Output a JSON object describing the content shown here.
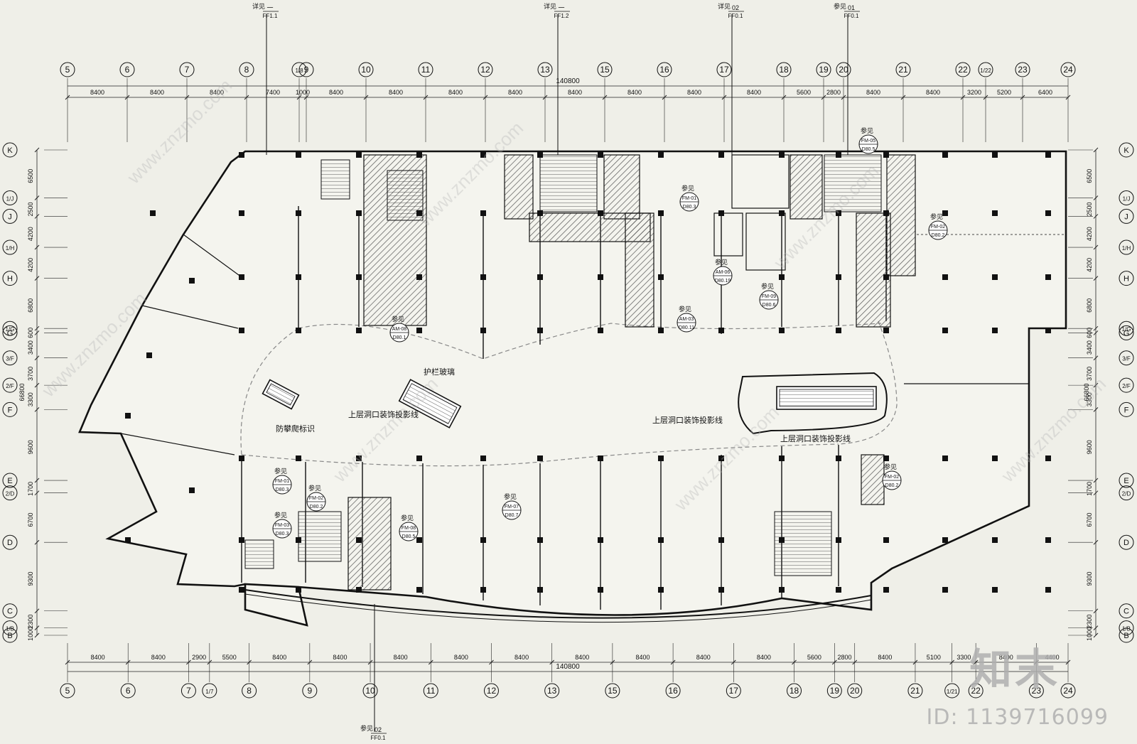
{
  "drawing": {
    "colors": {
      "background": "#efefe8",
      "line": "#111111",
      "hatch": "#555555",
      "dim": "#222222",
      "dashed": "#888888",
      "watermark": "#b0b0b0"
    },
    "axes_x": [
      {
        "label": "5",
        "dim": "8400"
      },
      {
        "label": "6",
        "dim": "8400"
      },
      {
        "label": "7",
        "dim": "8400"
      },
      {
        "label": "8",
        "dim": "7400"
      },
      {
        "label": "1/8",
        "dim": "1000"
      },
      {
        "label": "9",
        "dim": "8400"
      },
      {
        "label": "10",
        "dim": "8400"
      },
      {
        "label": "11",
        "dim": "8400"
      },
      {
        "label": "12",
        "dim": "8400"
      },
      {
        "label": "13",
        "dim": "8400"
      },
      {
        "label": "15",
        "dim": "8400"
      },
      {
        "label": "16",
        "dim": "8400"
      },
      {
        "label": "17",
        "dim": "8400"
      },
      {
        "label": "18",
        "dim": "5600"
      },
      {
        "label": "19",
        "dim": "2800"
      },
      {
        "label": "20",
        "dim": "8400"
      },
      {
        "label": "21",
        "dim": "8400"
      },
      {
        "label": "22",
        "dim": "3200"
      },
      {
        "label": "1/22",
        "dim": "5200"
      },
      {
        "label": "23",
        "dim": "6400"
      },
      {
        "label": "24",
        "dim": ""
      }
    ],
    "axes_x_bottom": [
      {
        "label": "5",
        "dim": "8400"
      },
      {
        "label": "6",
        "dim": "8400"
      },
      {
        "label": "7",
        "dim": "2900"
      },
      {
        "label": "1/7",
        "dim": "5500"
      },
      {
        "label": "8",
        "dim": "8400"
      },
      {
        "label": "9",
        "dim": "8400"
      },
      {
        "label": "10",
        "dim": "8400"
      },
      {
        "label": "11",
        "dim": "8400"
      },
      {
        "label": "12",
        "dim": "8400"
      },
      {
        "label": "13",
        "dim": "8400"
      },
      {
        "label": "15",
        "dim": "8400"
      },
      {
        "label": "16",
        "dim": "8400"
      },
      {
        "label": "17",
        "dim": "8400"
      },
      {
        "label": "18",
        "dim": "5600"
      },
      {
        "label": "19",
        "dim": "2800"
      },
      {
        "label": "20",
        "dim": "8400"
      },
      {
        "label": "21",
        "dim": "5100"
      },
      {
        "label": "1/21",
        "dim": "3300"
      },
      {
        "label": "22",
        "dim": "8400"
      },
      {
        "label": "23",
        "dim": "4400"
      },
      {
        "label": "24",
        "dim": ""
      }
    ],
    "axes_y": [
      {
        "label": "K",
        "dim": "6500"
      },
      {
        "label": "1/J",
        "dim": "2500"
      },
      {
        "label": "J",
        "dim": "4200"
      },
      {
        "label": "1/H",
        "dim": "4200"
      },
      {
        "label": "H",
        "dim": "6800"
      },
      {
        "label": "1/G",
        "dim": "600"
      },
      {
        "label": "G",
        "dim": "3400"
      },
      {
        "label": "3/F",
        "dim": "3700"
      },
      {
        "label": "2/F",
        "dim": "3300"
      },
      {
        "label": "F",
        "dim": "9600"
      },
      {
        "label": "E",
        "dim": "1700"
      },
      {
        "label": "2/D",
        "dim": "6700"
      },
      {
        "label": "D",
        "dim": "9300"
      },
      {
        "label": "C",
        "dim": "2300"
      },
      {
        "label": "1/B",
        "dim": "1000"
      },
      {
        "label": "B",
        "dim": ""
      }
    ],
    "total_width": "140800",
    "total_height": "66800",
    "callout_tags": [
      {
        "top": "详见",
        "num": "一",
        "sheet": "FF1.1"
      },
      {
        "top": "详见",
        "num": "一",
        "sheet": "FF1.2"
      },
      {
        "top": "详见",
        "num": "02",
        "sheet": "FF0.1"
      },
      {
        "top": "参见",
        "num": "01",
        "sheet": "FF0.1"
      },
      {
        "top": "参见",
        "num": "02",
        "sheet": "FF0.1"
      }
    ],
    "detail_refs": [
      {
        "top": "参见",
        "num": "FM-05",
        "sheet": "D80.5"
      },
      {
        "top": "参见",
        "num": "FM-01",
        "sheet": "D80.3"
      },
      {
        "top": "参见",
        "num": "FM-02",
        "sheet": "D80.2"
      },
      {
        "top": "参见",
        "num": "AM-06",
        "sheet": "D80.19"
      },
      {
        "top": "参见",
        "num": "FM-09",
        "sheet": "D80.6"
      },
      {
        "top": "参见",
        "num": "AM-03",
        "sheet": "D80.11"
      },
      {
        "top": "参见",
        "num": "FM-02",
        "sheet": "D80.2"
      },
      {
        "top": "参见",
        "num": "AM-08",
        "sheet": "D80.1"
      },
      {
        "top": "参见",
        "num": "FM-07",
        "sheet": "D80.7"
      },
      {
        "top": "参见",
        "num": "FM-01",
        "sheet": "D80.3"
      },
      {
        "top": "参见",
        "num": "FM-03",
        "sheet": "D80.3"
      },
      {
        "top": "参见",
        "num": "FM-08",
        "sheet": "D80.5"
      },
      {
        "top": "参见",
        "num": "FM-02",
        "sheet": "D80.2"
      }
    ],
    "notes": {
      "guardrail_glass": "护栏玻璃",
      "anti_climb": "防攀爬标识",
      "upper_void_1": "上层洞口装饰投影线",
      "upper_void_2": "上层洞口装饰投影线",
      "upper_void_3": "上层洞口装饰投影线"
    }
  },
  "watermark": {
    "logo": "知末",
    "id": "ID: 1139716099",
    "site": "www.znzmo.com"
  }
}
